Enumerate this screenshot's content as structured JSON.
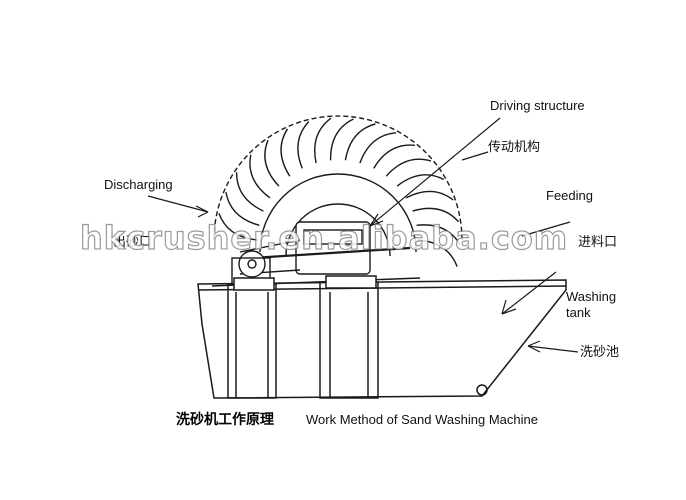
{
  "labels": {
    "driving_structure": "Driving structure",
    "driving_structure_cn": "传动机构",
    "discharging": "Discharging",
    "discharging_cn": "出砂口",
    "feeding": "Feeding",
    "feeding_cn": "进料口",
    "washing_tank": "Washing tank",
    "washing_tank_cn": "洗砂池"
  },
  "caption": {
    "chinese": "洗砂机工作原理",
    "english": "Work Method of Sand Washing Machine"
  },
  "watermark": "hkcrusher.en.alibaba.com",
  "colors": {
    "line": "#1a1a1a",
    "background": "#ffffff"
  }
}
